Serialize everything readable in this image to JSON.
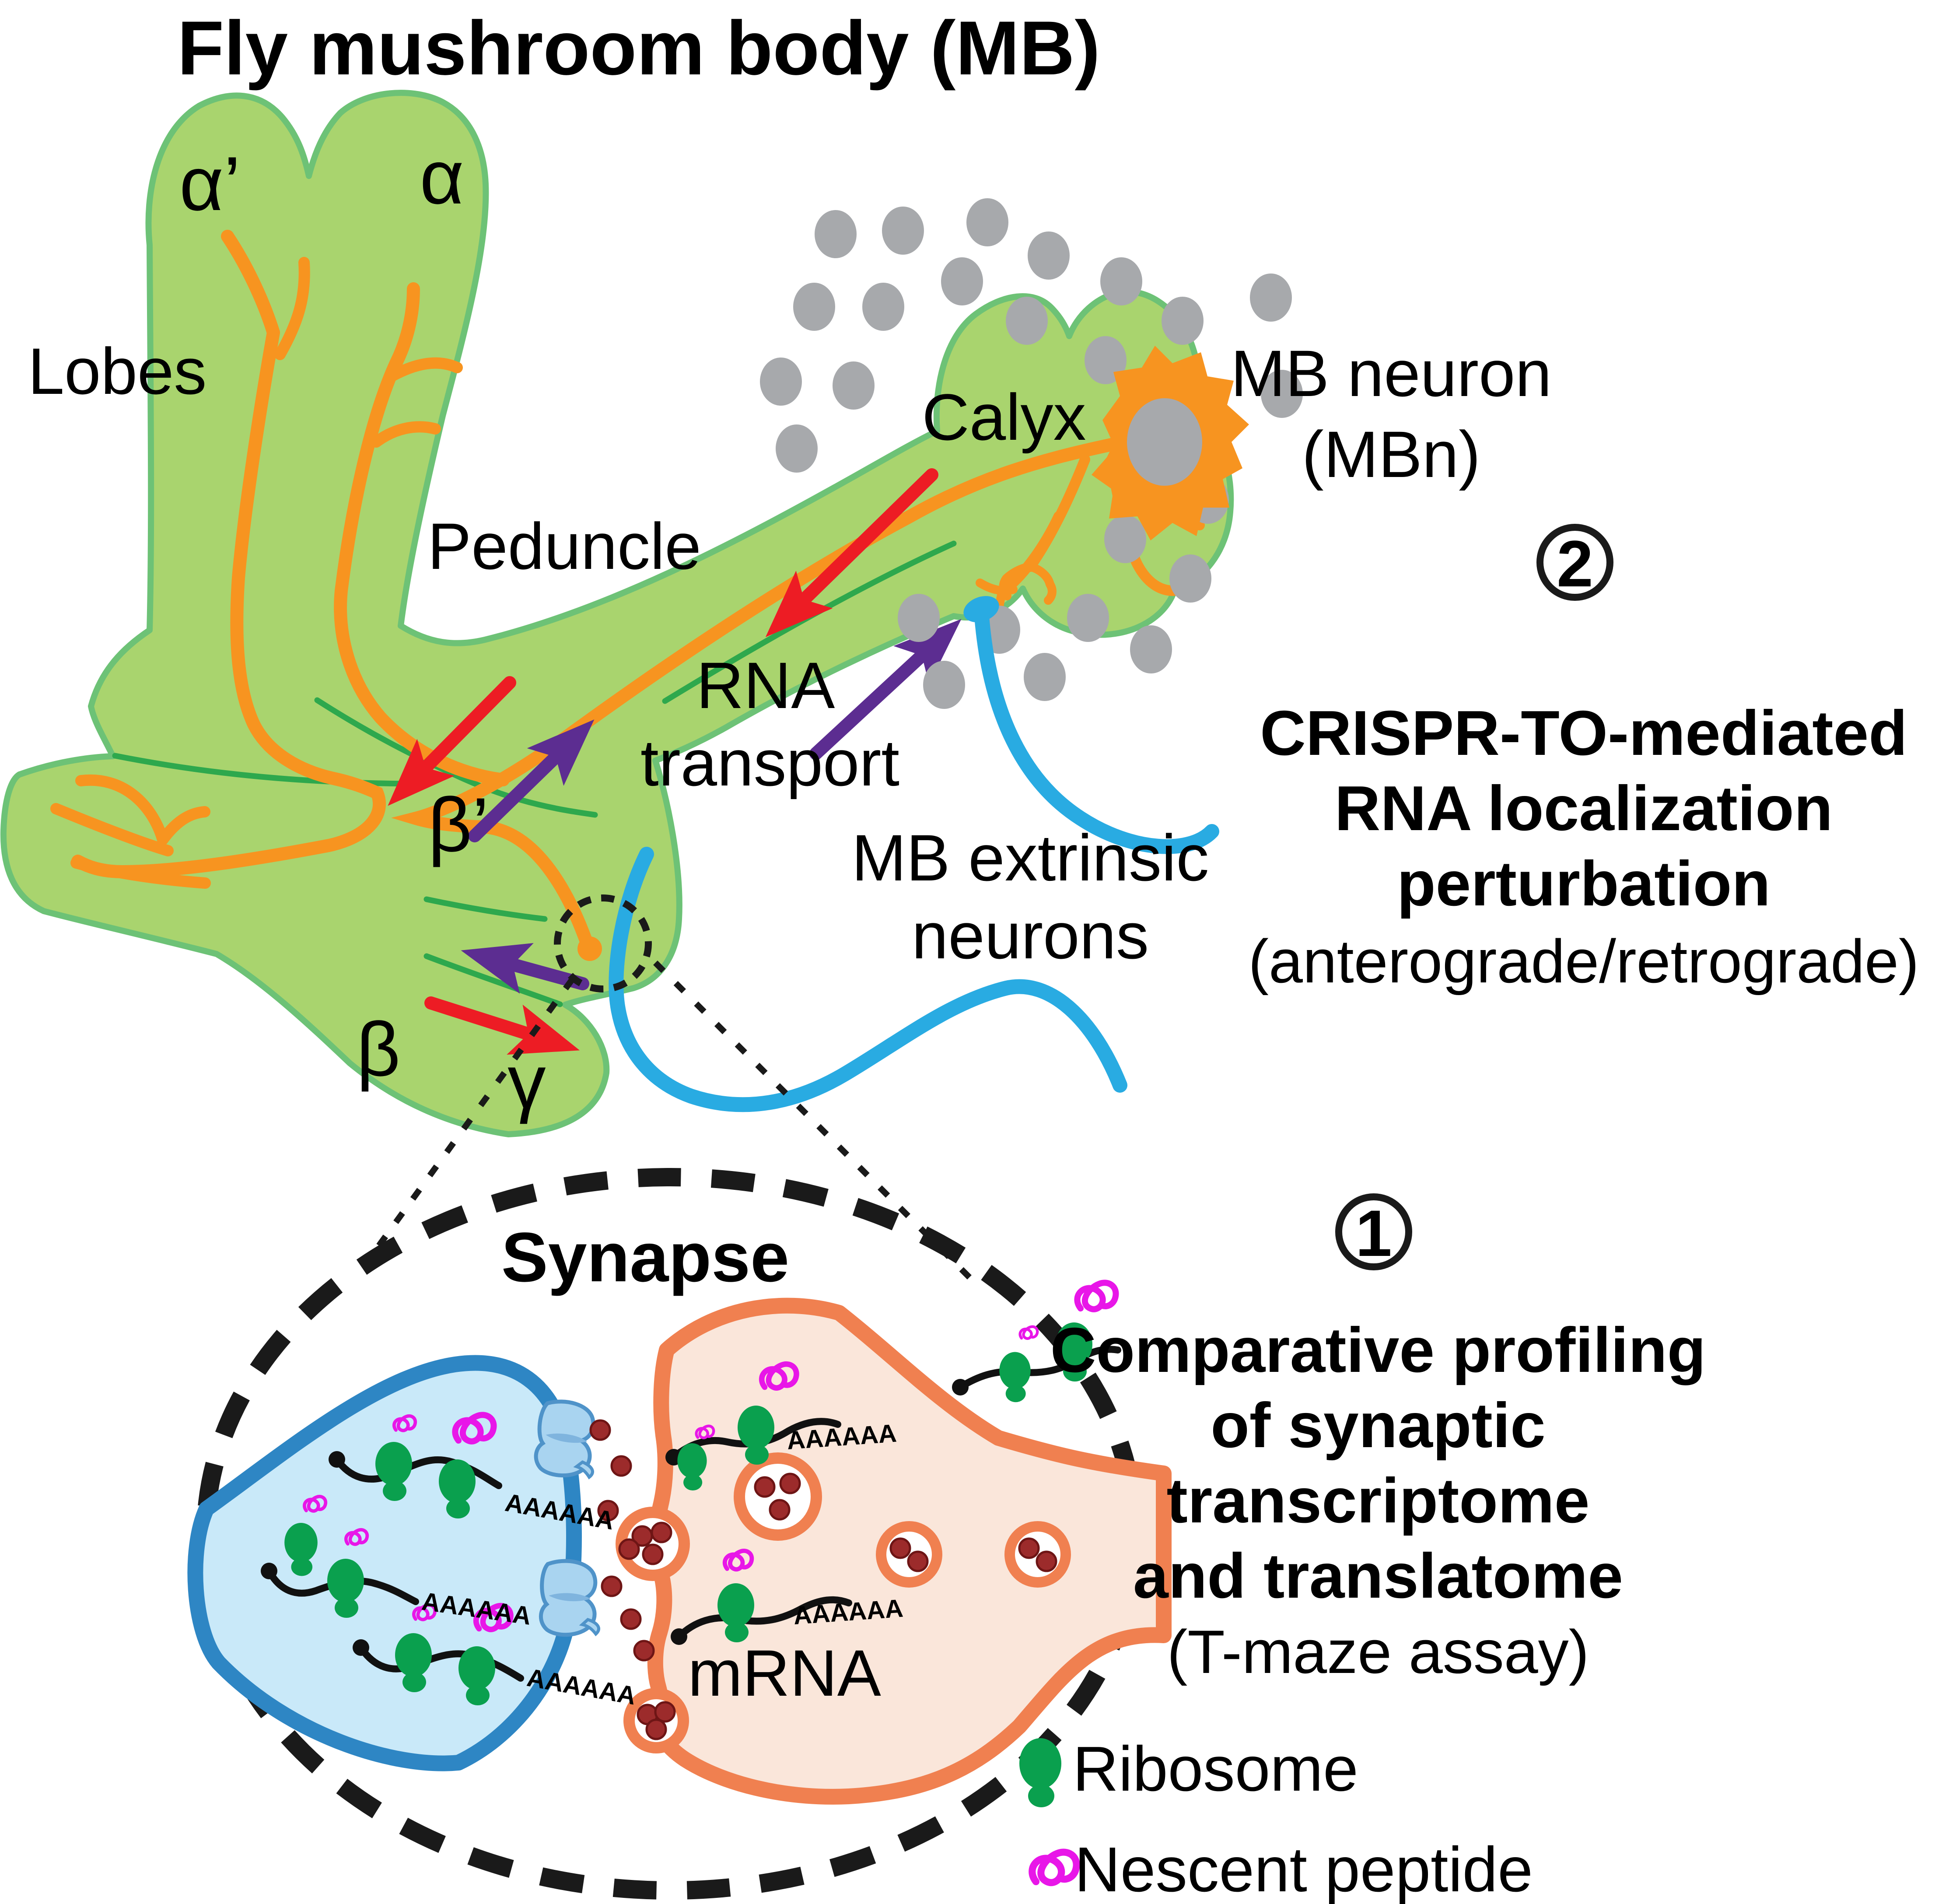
{
  "title": "Fly mushroom body (MB)",
  "labels": {
    "lobes": "Lobes",
    "alpha_prime": "α’",
    "alpha": "α",
    "beta_prime": "β’",
    "beta": "β",
    "gamma": "γ",
    "peduncle": "Peduncle",
    "calyx": "Calyx",
    "rna_transport_line1": "RNA",
    "rna_transport_line2": "transport",
    "mb_neuron_line1": "MB neuron",
    "mb_neuron_line2": "(MBn)",
    "mb_extrinsic_line1": "MB extrinsic",
    "mb_extrinsic_line2": "neurons",
    "synapse": "Synapse",
    "mrna": "mRNA",
    "polya": "AAAAAA"
  },
  "step1": {
    "number": "1",
    "lines": [
      "Comparative profiling",
      "of synaptic",
      "transcriptome",
      "and translatome",
      "(T-maze assay)"
    ]
  },
  "step2": {
    "number": "2",
    "lines": [
      "CRISPR-TO-mediated",
      "RNA localization",
      "perturbation",
      "(anterograde/retrograde)"
    ]
  },
  "legend": {
    "ribosome": "Ribosome",
    "nescent_peptide": "Nescent peptide"
  },
  "colors": {
    "title_green": "#00A651",
    "mb_fill": "#A9D46E",
    "mb_outline": "#6DC276",
    "compartment_line_green": "#2EA84D",
    "axon_orange": "#F79420",
    "mb_neuron_text_orange": "#F15A29",
    "anterograde_red": "#ED1C24",
    "retrograde_purple": "#5C2D91",
    "extrinsic_blue": "#29ABE2",
    "soma_gray": "#A7A9AC",
    "presynaptic_fill": "#C9E9F9",
    "presynaptic_outline": "#2E86C4",
    "channel_fill": "#A9D4F0",
    "postsynaptic_fill": "#FAE6DA",
    "postsynaptic_outline": "#F08050",
    "neurotransmitter_red": "#9C2B2B",
    "ribosome_green": "#0AA04E",
    "peptide_magenta": "#E816E8",
    "black": "#1A1A1A"
  }
}
